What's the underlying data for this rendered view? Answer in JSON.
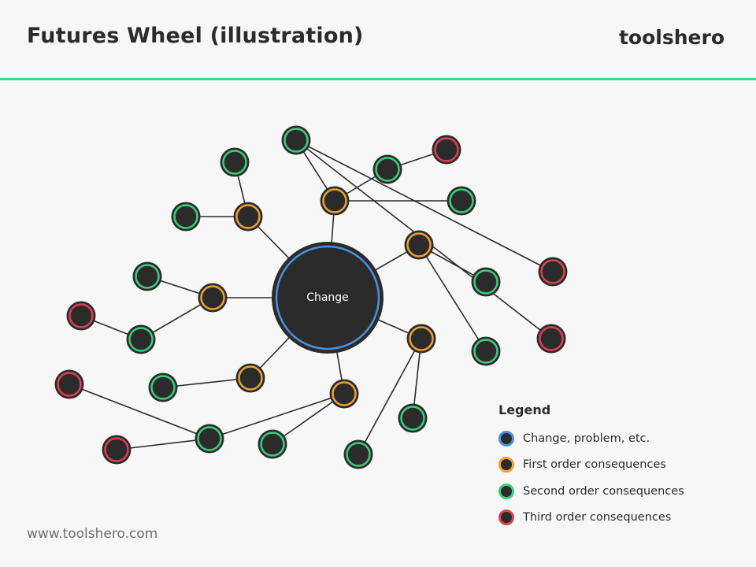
{
  "header": {
    "title": "Futures Wheel (illustration)",
    "brand": "toolshero",
    "accent_color": "#3ddc84"
  },
  "diagram": {
    "center_label": "Change",
    "colors": {
      "center": "#4a90e2",
      "first": "#f0a030",
      "second": "#3ad07a",
      "third": "#e04050",
      "node_fill": "#2b2b2b",
      "edge": "#2b2b2b"
    },
    "nodes": [
      {
        "id": "c",
        "level": "center"
      },
      {
        "id": "f1",
        "level": "first"
      },
      {
        "id": "f2",
        "level": "first"
      },
      {
        "id": "f3",
        "level": "first"
      },
      {
        "id": "f4",
        "level": "first"
      },
      {
        "id": "f5",
        "level": "first"
      },
      {
        "id": "f6",
        "level": "first"
      },
      {
        "id": "f7",
        "level": "first"
      },
      {
        "id": "s1",
        "level": "second"
      },
      {
        "id": "s2",
        "level": "second"
      },
      {
        "id": "s3",
        "level": "second"
      },
      {
        "id": "s4",
        "level": "second"
      },
      {
        "id": "s5",
        "level": "second"
      },
      {
        "id": "s6",
        "level": "second"
      },
      {
        "id": "s7",
        "level": "second"
      },
      {
        "id": "s8",
        "level": "second"
      },
      {
        "id": "s9",
        "level": "second"
      },
      {
        "id": "s10",
        "level": "second"
      },
      {
        "id": "s11",
        "level": "second"
      },
      {
        "id": "s12",
        "level": "second"
      },
      {
        "id": "s13",
        "level": "second"
      },
      {
        "id": "s14",
        "level": "second"
      },
      {
        "id": "t1",
        "level": "third"
      },
      {
        "id": "t2",
        "level": "third"
      },
      {
        "id": "t3",
        "level": "third"
      },
      {
        "id": "t4",
        "level": "third"
      },
      {
        "id": "t5",
        "level": "third"
      },
      {
        "id": "t6",
        "level": "third"
      }
    ],
    "edges": [
      [
        "c",
        "f1"
      ],
      [
        "c",
        "f2"
      ],
      [
        "c",
        "f3"
      ],
      [
        "c",
        "f4"
      ],
      [
        "c",
        "f5"
      ],
      [
        "c",
        "f6"
      ],
      [
        "c",
        "f7"
      ],
      [
        "f1",
        "s1"
      ],
      [
        "f1",
        "s2"
      ],
      [
        "f2",
        "s3"
      ],
      [
        "f2",
        "s4"
      ],
      [
        "s4",
        "t1"
      ],
      [
        "f3",
        "s5"
      ],
      [
        "f4",
        "s6"
      ],
      [
        "f4",
        "s7"
      ],
      [
        "s6",
        "t2"
      ],
      [
        "s6",
        "t3"
      ],
      [
        "f5",
        "s8"
      ],
      [
        "f5",
        "s9"
      ],
      [
        "f6",
        "s10"
      ],
      [
        "f6",
        "s11"
      ],
      [
        "f7",
        "s12"
      ],
      [
        "f7",
        "s13"
      ],
      [
        "f7",
        "s14"
      ],
      [
        "s13",
        "t4"
      ],
      [
        "s13",
        "t5"
      ],
      [
        "s14",
        "t6"
      ]
    ]
  },
  "legend": {
    "title": "Legend",
    "items": [
      {
        "label": "Change, problem, etc.",
        "color": "#4a90e2"
      },
      {
        "label": "First order consequences",
        "color": "#f0a030"
      },
      {
        "label": "Second order consequences",
        "color": "#3ad07a"
      },
      {
        "label": "Third order consequences",
        "color": "#e04050"
      }
    ]
  },
  "footer": {
    "url": "www.toolshero.com"
  }
}
